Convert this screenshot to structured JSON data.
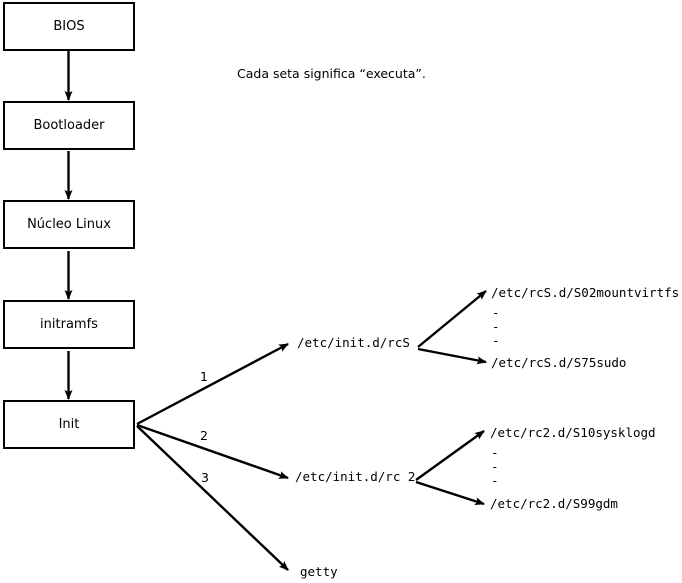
{
  "diagram": {
    "title_caption": "Cada seta significa “executa”.",
    "boot_chain": [
      {
        "label": "BIOS"
      },
      {
        "label": "Bootloader"
      },
      {
        "label": "Núcleo Linux"
      },
      {
        "label": "initramfs"
      },
      {
        "label": "Init"
      }
    ],
    "init_branches": [
      {
        "number": "1",
        "target": "/etc/init.d/rcS"
      },
      {
        "number": "2",
        "target": "/etc/init.d/rc 2"
      },
      {
        "number": "3",
        "target": "getty"
      }
    ],
    "rcs_scripts": {
      "first": "/etc/rcS.d/S02mountvirtfs",
      "ellipsis": [
        "-",
        "-",
        "-"
      ],
      "last": "/etc/rcS.d/S75sudo"
    },
    "rc2_scripts": {
      "first": "/etc/rc2.d/S10sysklogd",
      "ellipsis": [
        "-",
        "-",
        "-"
      ],
      "last": "/etc/rc2.d/S99gdm"
    },
    "colors": {
      "stroke": "#000000",
      "background": "#ffffff",
      "text": "#000000"
    }
  }
}
